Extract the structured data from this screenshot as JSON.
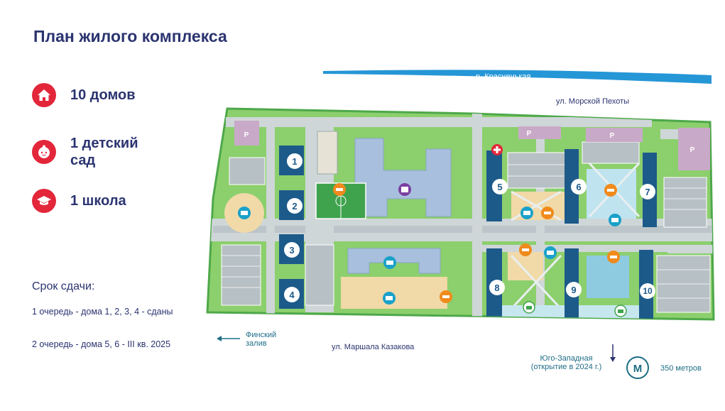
{
  "title": "План жилого комплекса",
  "stats": [
    {
      "icon": "house-icon",
      "label": "10 домов"
    },
    {
      "icon": "child-face-icon",
      "label": "1 детский сад"
    },
    {
      "icon": "graduation-cap-icon",
      "label": "1 школа"
    }
  ],
  "deadline": {
    "heading": "Срок сдачи:",
    "stage1": "1 очередь - дома 1, 2, 3, 4 - сданы",
    "stage2": "2 очередь - дома 5, 6 - III кв. 2025"
  },
  "map": {
    "river": "р. Красненькая",
    "street_top": "ул. Морской Пехоты",
    "street_bottom": "ул. Маршала Казакова",
    "gulf": "Финский залив",
    "metro_station": "Юго-Западная (открытие в 2024 г.)",
    "metro_distance": "350 метров",
    "metro_letter": "M",
    "buildings": [
      "1",
      "2",
      "3",
      "4",
      "5",
      "6",
      "7",
      "8",
      "9",
      "10"
    ],
    "parking_letter": "P"
  },
  "colors": {
    "accent_red": "#e3263a",
    "building_blue": "#1c5a8a",
    "green": "#8ccf6d",
    "river_blue": "#2596d6"
  }
}
